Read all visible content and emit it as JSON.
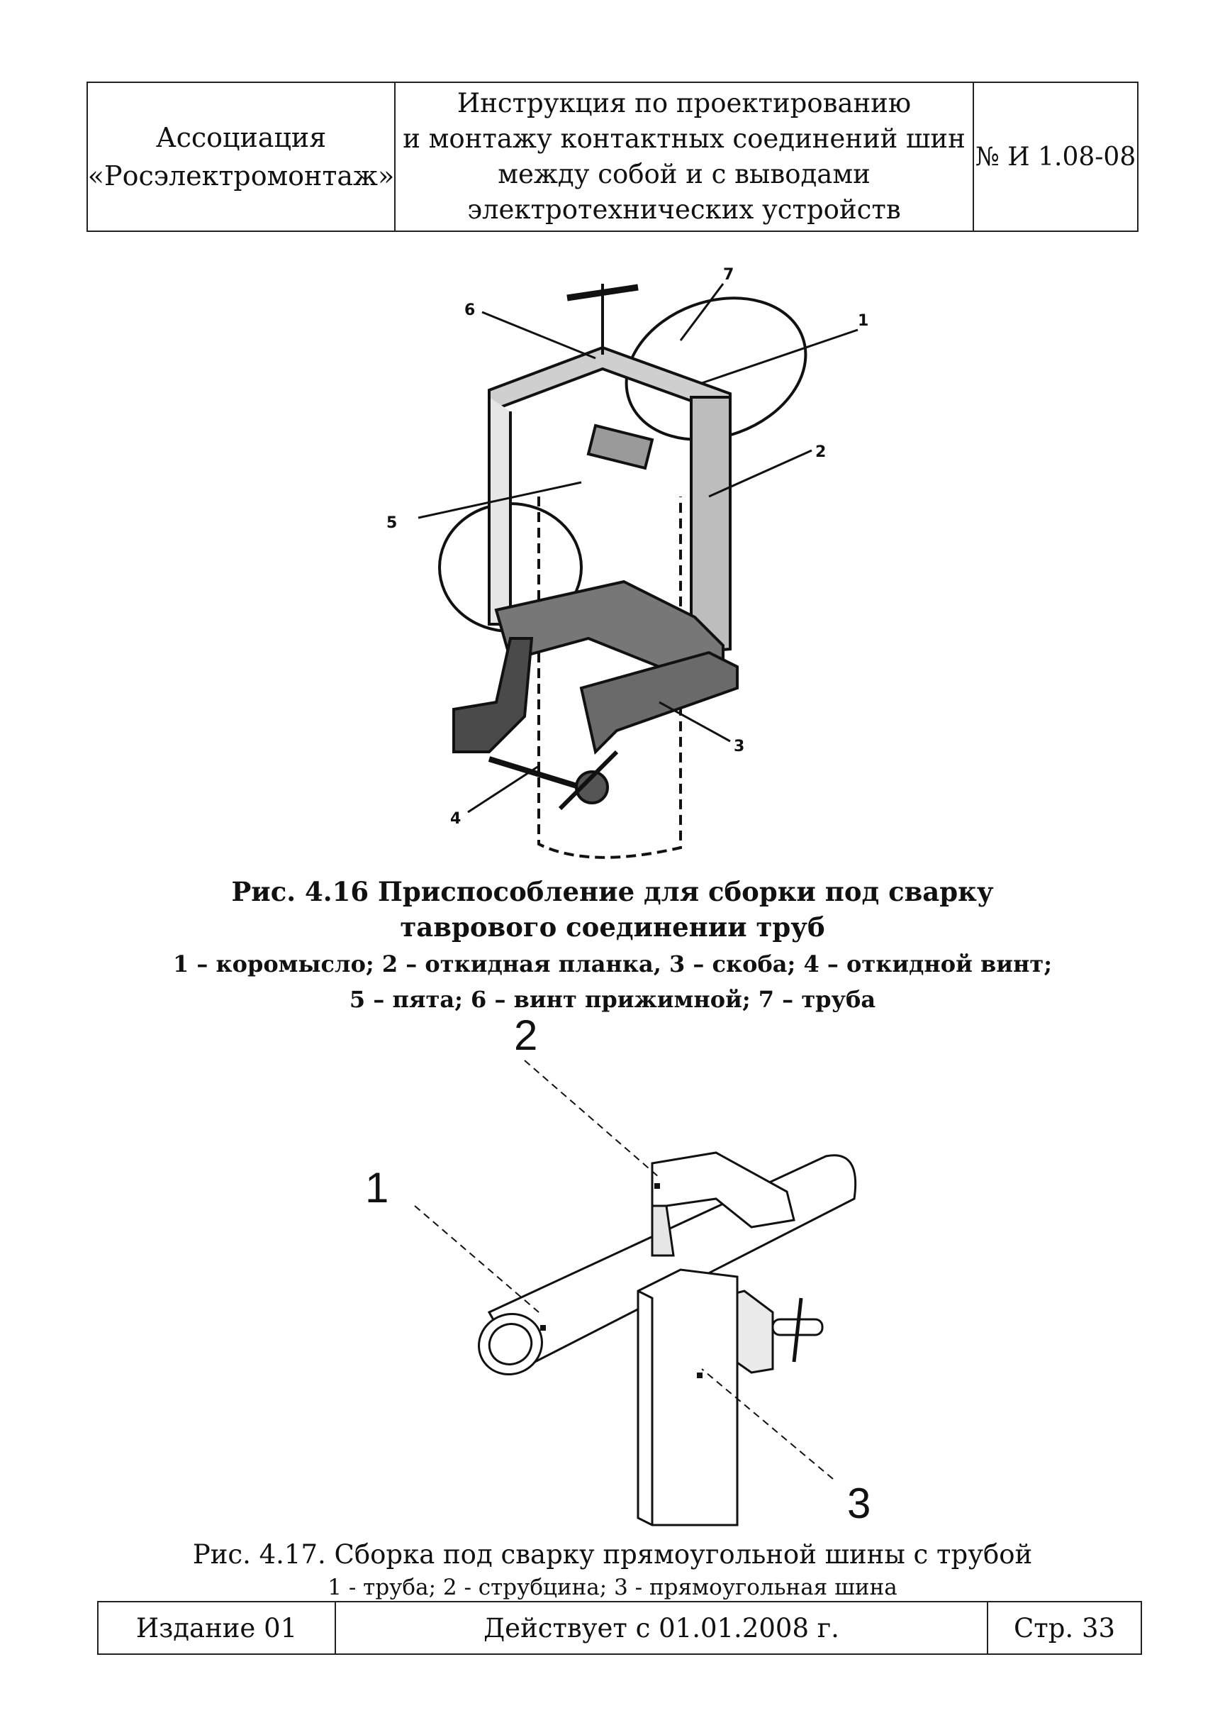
{
  "header": {
    "org_line1": "Ассоциация",
    "org_line2": "«Росэлектромонтаж»",
    "title_lines": [
      "Инструкция по проектированию",
      "и монтажу контактных соединений шин",
      "между собой и с выводами",
      "электротехнических устройств"
    ],
    "doc_number": "№ И 1.08-08"
  },
  "figure1": {
    "callouts": [
      "1",
      "2",
      "3",
      "4",
      "5",
      "6",
      "7"
    ],
    "caption_line1": "Рис. 4.16 Приспособление для сборки под сварку",
    "caption_line2": "таврового соединении труб",
    "legend_line1": "1 – коромысло; 2 – откидная планка, 3 – скоба; 4 – откидной винт;",
    "legend_line2": "5 – пята; 6 – винт прижимной; 7 – труба"
  },
  "figure2": {
    "callouts": [
      "1",
      "2",
      "3"
    ],
    "caption": "Рис. 4.17. Сборка под сварку прямоугольной шины с трубой",
    "legend": "1 - труба; 2 - струбцина; 3 - прямоугольная шина"
  },
  "footer": {
    "edition": "Издание 01",
    "valid_from": "Действует с 01.01.2008 г.",
    "page": "Стр. 33"
  }
}
